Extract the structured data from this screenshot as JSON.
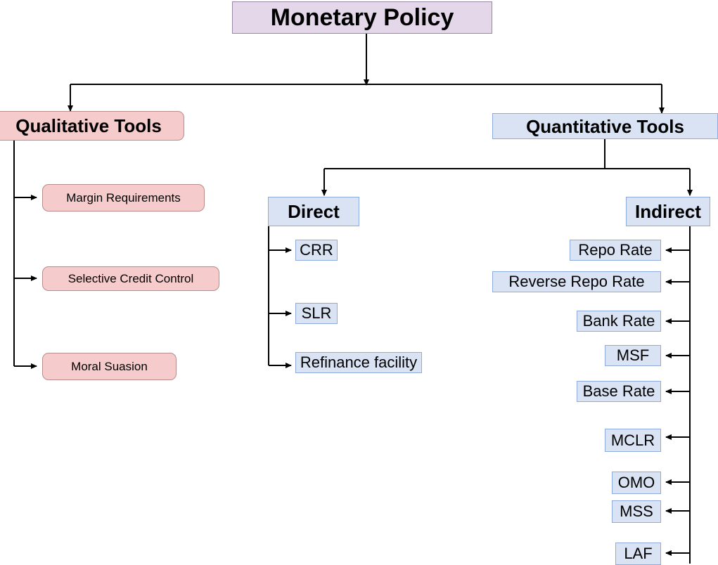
{
  "diagram": {
    "title": "Monetary Policy",
    "type": "tree-hierarchy",
    "root": {
      "label": "Monetary Policy",
      "fill": "#e4d7ea",
      "stroke": "#9a86a8"
    },
    "branches": [
      {
        "id": "qualitative",
        "label": "Qualitative Tools",
        "fill": "#f5cbcb",
        "stroke": "#b98b8b",
        "children": [
          {
            "label": "Margin Requirements"
          },
          {
            "label": "Selective Credit Control"
          },
          {
            "label": "Moral Suasion"
          }
        ]
      },
      {
        "id": "quantitative",
        "label": "Quantitative Tools",
        "fill": "#dae3f3",
        "stroke": "#8faadc",
        "subgroups": [
          {
            "id": "direct",
            "label": "Direct",
            "children": [
              {
                "label": "CRR"
              },
              {
                "label": "SLR"
              },
              {
                "label": "Refinance facility"
              }
            ]
          },
          {
            "id": "indirect",
            "label": "Indirect",
            "children": [
              {
                "label": "Repo Rate"
              },
              {
                "label": "Reverse Repo Rate"
              },
              {
                "label": "Bank Rate"
              },
              {
                "label": "MSF"
              },
              {
                "label": "Base Rate"
              },
              {
                "label": "MCLR"
              },
              {
                "label": "OMO"
              },
              {
                "label": "MSS"
              },
              {
                "label": "LAF"
              }
            ]
          }
        ]
      }
    ]
  }
}
